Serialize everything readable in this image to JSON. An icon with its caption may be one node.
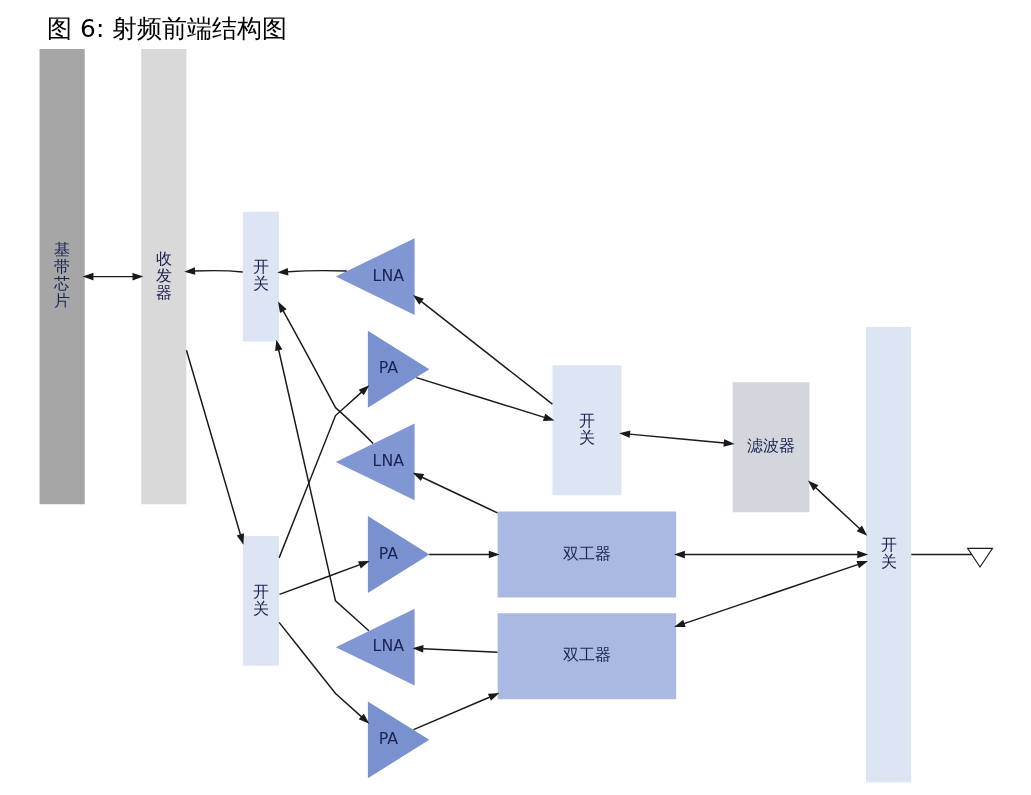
{
  "diagram": {
    "title": "图 6: 射频前端结构图",
    "nodes": [
      {
        "text": [
          "基带芯片"
        ]
      },
      {
        "text": [
          "收发器"
        ]
      },
      {
        "text": [
          "开关"
        ]
      },
      {
        "text": [
          "开关"
        ]
      },
      {
        "text": [
          "LNA"
        ]
      },
      {
        "text": [
          "PA"
        ]
      },
      {
        "text": [
          "LNA"
        ]
      },
      {
        "text": [
          "PA"
        ]
      },
      {
        "text": [
          "LNA"
        ]
      },
      {
        "text": [
          "PA"
        ]
      },
      {
        "text": [
          "开关"
        ]
      },
      {
        "text": [
          "双工器"
        ]
      },
      {
        "text": [
          "双工器"
        ]
      },
      {
        "text": [
          "滤波器"
        ]
      },
      {
        "text": [
          "开关"
        ]
      },
      {
        "text": [],
        "shape": "antenna"
      }
    ],
    "edges": [
      {
        "from": 0,
        "to": 1,
        "arrow": "both"
      },
      {
        "from": 2,
        "to": 1,
        "arrow": "to"
      },
      {
        "from": 1,
        "to": 3,
        "arrow": "to"
      },
      {
        "from": 4,
        "to": 2,
        "arrow": "to"
      },
      {
        "from": 6,
        "to": 2,
        "arrow": "to"
      },
      {
        "from": 8,
        "to": 2,
        "arrow": "to"
      },
      {
        "from": 3,
        "to": 5,
        "arrow": "to"
      },
      {
        "from": 3,
        "to": 7,
        "arrow": "to"
      },
      {
        "from": 3,
        "to": 9,
        "arrow": "to"
      },
      {
        "from": 10,
        "to": 4,
        "arrow": "to"
      },
      {
        "from": 5,
        "to": 10,
        "arrow": "to"
      },
      {
        "from": 11,
        "to": 6,
        "arrow": "to"
      },
      {
        "from": 7,
        "to": 11,
        "arrow": "to"
      },
      {
        "from": 12,
        "to": 8,
        "arrow": "to"
      },
      {
        "from": 9,
        "to": 12,
        "arrow": "to"
      },
      {
        "from": 10,
        "to": 13,
        "arrow": "both"
      },
      {
        "from": 13,
        "to": 14,
        "arrow": "both"
      },
      {
        "from": 11,
        "to": 14,
        "arrow": "both"
      },
      {
        "from": 12,
        "to": 14,
        "arrow": "both"
      },
      {
        "from": 14,
        "to": 15,
        "arrow": "none"
      }
    ]
  }
}
